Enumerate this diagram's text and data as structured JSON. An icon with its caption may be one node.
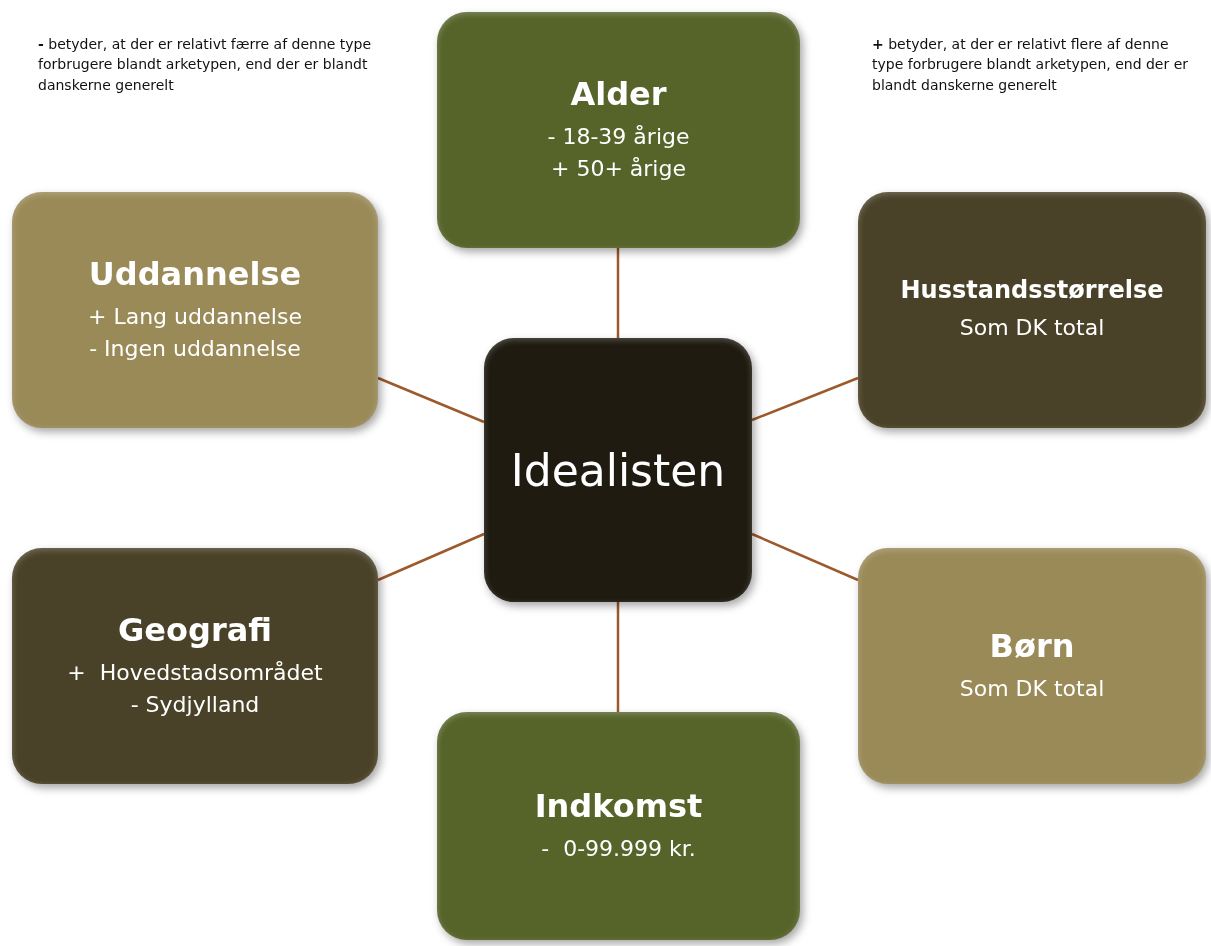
{
  "diagram": {
    "nodes": [
      {
        "text": [
          "Idealisten"
        ]
      },
      {
        "text": [
          "Alder",
          "- 18-39 årige",
          "+ 50+ årige"
        ]
      },
      {
        "text": [
          "Uddannelse",
          "+ Lang uddannelse",
          "- Ingen uddannelse"
        ]
      },
      {
        "text": [
          "Husstandsstørrelse",
          "Som DK total"
        ]
      },
      {
        "text": [
          "Geografi",
          "+  Hovedstadsområdet",
          "- Sydjylland"
        ]
      },
      {
        "text": [
          "Børn",
          "Som DK total"
        ]
      },
      {
        "text": [
          "Indkomst",
          "-  0-99.999 kr."
        ]
      }
    ],
    "edges": [
      {
        "from": 0,
        "to": 1,
        "arrow": "none"
      },
      {
        "from": 0,
        "to": 2,
        "arrow": "none"
      },
      {
        "from": 0,
        "to": 3,
        "arrow": "none"
      },
      {
        "from": 0,
        "to": 4,
        "arrow": "none"
      },
      {
        "from": 0,
        "to": 5,
        "arrow": "none"
      },
      {
        "from": 0,
        "to": 6,
        "arrow": "none"
      }
    ],
    "labels": [
      "**-** betyder, at der er relativt færre af denne type forbrugere blandt arketypen, end der er blandt danskerne generelt",
      "**+** betyder, at der er relativt flere af denne type forbrugere blandt arketypen, end der er blandt danskerne generelt"
    ]
  }
}
